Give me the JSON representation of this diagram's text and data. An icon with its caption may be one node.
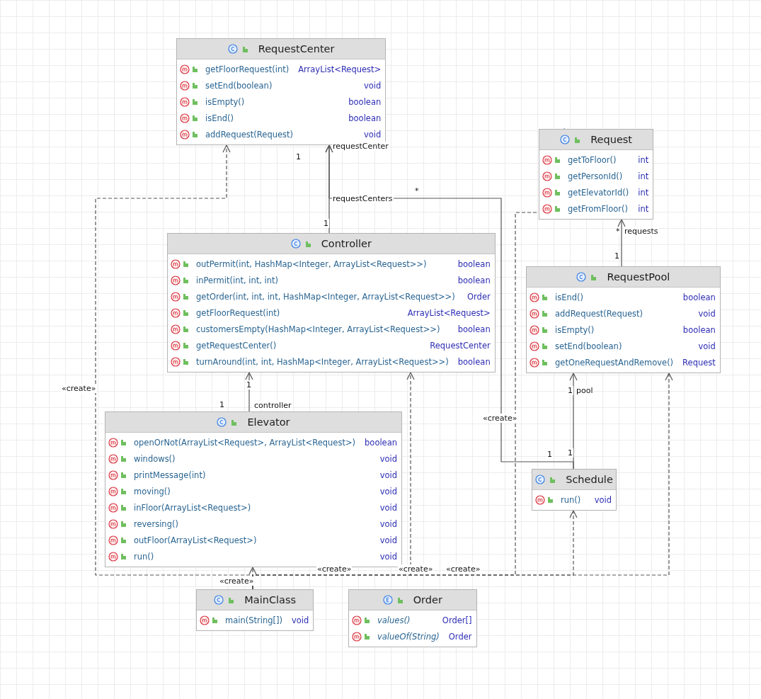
{
  "diagram": {
    "nodes": [
      {
        "text": [
          "RequestCenter",
          "getFloorRequest(int)",
          "ArrayList<Request>",
          "setEnd(boolean)",
          "void",
          "isEmpty()",
          "boolean",
          "isEnd()",
          "boolean",
          "addRequest(Request)",
          "void"
        ]
      },
      {
        "text": [
          "Request",
          "getToFloor()",
          "int",
          "getPersonId()",
          "int",
          "getElevatorId()",
          "int",
          "getFromFloor()",
          "int"
        ]
      },
      {
        "text": [
          "Controller",
          "outPermit(int, HashMap<Integer, ArrayList<Request>>)",
          "boolean",
          "inPermit(int, int, int)",
          "boolean",
          "getOrder(int, int, int, HashMap<Integer, ArrayList<Request>>)",
          "Order",
          "getFloorRequest(int)",
          "ArrayList<Request>",
          "customersEmpty(HashMap<Integer, ArrayList<Request>>)",
          "boolean",
          "getRequestCenter()",
          "RequestCenter",
          "turnAround(int, int, HashMap<Integer, ArrayList<Request>>)",
          "boolean"
        ]
      },
      {
        "text": [
          "RequestPool",
          "isEnd()",
          "boolean",
          "addRequest(Request)",
          "void",
          "isEmpty()",
          "boolean",
          "setEnd(boolean)",
          "void",
          "getOneRequestAndRemove()",
          "Request"
        ]
      },
      {
        "text": [
          "Elevator",
          "openOrNot(ArrayList<Request>, ArrayList<Request>)",
          "boolean",
          "windows()",
          "void",
          "printMessage(int)",
          "void",
          "moving()",
          "void",
          "inFloor(ArrayList<Request>)",
          "void",
          "reversing()",
          "void",
          "outFloor(ArrayList<Request>)",
          "void",
          "run()",
          "void"
        ]
      },
      {
        "text": [
          "Schedule",
          "run()",
          "void"
        ]
      },
      {
        "text": [
          "MainClass",
          "main(String[])",
          "void"
        ]
      },
      {
        "text": [
          "Order",
          "values()",
          "Order[]",
          "valueOf(String)",
          "Order"
        ]
      }
    ],
    "edges": [
      {
        "from": 2,
        "to": 0,
        "arrow": "to",
        "label": "requestCenter"
      },
      {
        "from": 5,
        "to": 0,
        "arrow": "to",
        "label": "requestCenters"
      },
      {
        "from": 4,
        "to": 2,
        "arrow": "to",
        "label": "controller"
      },
      {
        "from": 3,
        "to": 1,
        "arrow": "to",
        "label": "requests"
      },
      {
        "from": 5,
        "to": 3,
        "arrow": "to",
        "label": "pool"
      },
      {
        "from": 6,
        "to": 0,
        "arrow": "to",
        "label": "«create»",
        "style": "dashed"
      },
      {
        "from": 6,
        "to": 4,
        "arrow": "to",
        "label": "«create»",
        "style": "dashed"
      },
      {
        "from": 6,
        "to": 2,
        "arrow": "to",
        "label": "«create»",
        "style": "dashed"
      },
      {
        "from": 6,
        "to": 1,
        "arrow": "to",
        "label": "«create»",
        "style": "dashed"
      },
      {
        "from": 6,
        "to": 5,
        "arrow": "to",
        "label": "«create»",
        "style": "dashed"
      },
      {
        "from": 6,
        "to": 3,
        "arrow": "to",
        "label": "«create»",
        "style": "dashed"
      }
    ],
    "labels": [
      "1",
      "*",
      "1",
      "*",
      "1",
      "1",
      "1",
      "1",
      "1",
      "1"
    ]
  }
}
